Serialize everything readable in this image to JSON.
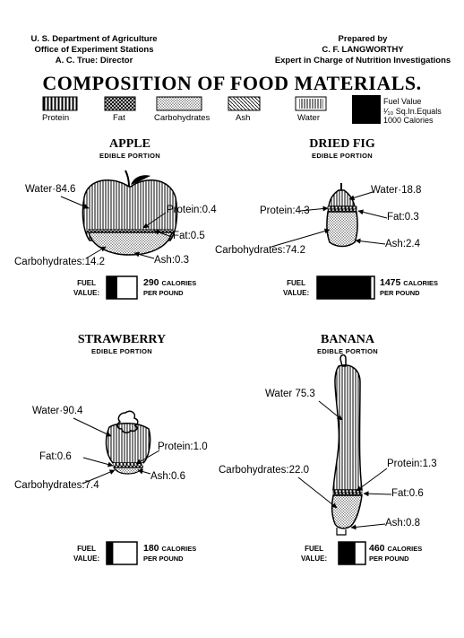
{
  "header": {
    "left": [
      "U. S. Department of Agriculture",
      "Office of Experiment Stations",
      "A. C. True: Director"
    ],
    "right": [
      "Prepared by",
      "C. F. LANGWORTHY",
      "Expert in Charge of Nutrition Investigations"
    ]
  },
  "title": "COMPOSITION OF FOOD MATERIALS.",
  "legend": {
    "protein": "Protein",
    "fat": "Fat",
    "carbohydrates": "Carbohydrates",
    "ash": "Ash",
    "water": "Water",
    "fuel_note": [
      "Fuel Value",
      "¹⁄₁₀ Sq.In.Equals",
      "1000 Calories"
    ]
  },
  "foods": {
    "apple": {
      "name": "APPLE",
      "portion": "EDIBLE PORTION",
      "water": "Water·84.6",
      "protein": "Protein:0.4",
      "fat": "Fat:0.5",
      "carbohydrates": "Carbohydrates:14.2",
      "ash": "Ash:0.3",
      "calories": "290",
      "fuel_fraction": 0.29
    },
    "dried_fig": {
      "name": "DRIED FIG",
      "portion": "EDIBLE PORTION",
      "water": "Water·18.8",
      "protein": "Protein:4.3",
      "fat": "Fat:0.3",
      "carbohydrates": "Carbohydrates:74.2",
      "ash": "Ash:2.4",
      "calories": "1475",
      "fuel_fraction": 1.475
    },
    "strawberry": {
      "name": "STRAWBERRY",
      "portion": "EDIBLE PORTION",
      "water": "Water·90.4",
      "protein": "Protein:1.0",
      "fat": "Fat:0.6",
      "carbohydrates": "Carbohydrates:7.4",
      "ash": "Ash:0.6",
      "calories": "180",
      "fuel_fraction": 0.18
    },
    "banana": {
      "name": "BANANA",
      "portion": "EDIBLE PORTION",
      "water": "Water 75.3",
      "protein": "Protein:1.3",
      "fat": "Fat:0.6",
      "carbohydrates": "Carbohydrates:22.0",
      "ash": "Ash:0.8",
      "calories": "460",
      "fuel_fraction": 0.46
    }
  },
  "fuel_label": [
    "FUEL",
    "VALUE:"
  ],
  "calories_word": "CALORIES",
  "per_pound": "PER POUND"
}
